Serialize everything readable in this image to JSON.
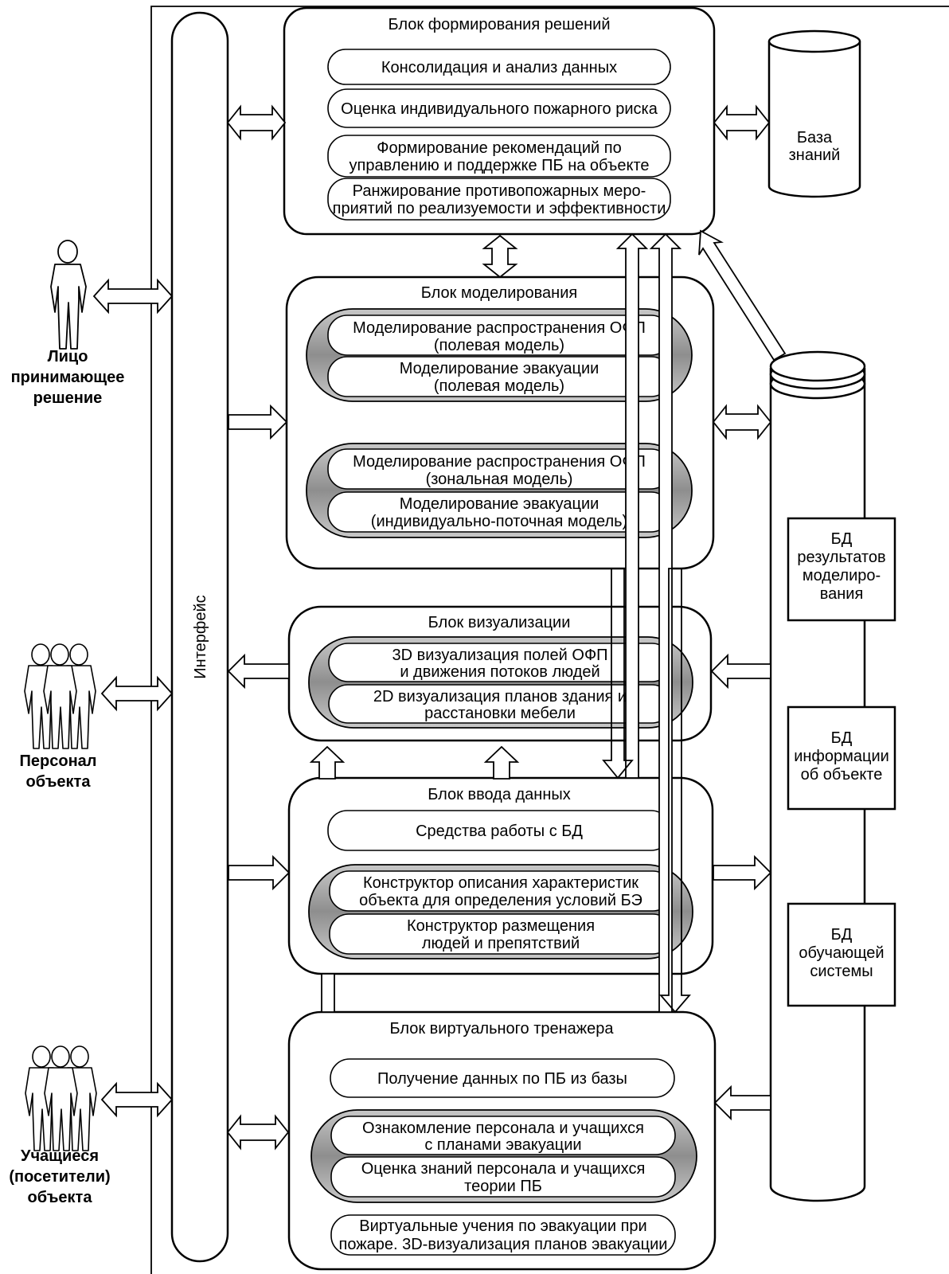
{
  "interface": "Интерфейс",
  "actors": {
    "decision_maker": [
      "Лицо",
      "принимающее",
      "решение"
    ],
    "staff": [
      "Персонал",
      "объекта"
    ],
    "students": [
      "Учащиеся",
      "(посетители)",
      "объекта"
    ]
  },
  "knowledge_base": [
    "База",
    "знаний"
  ],
  "databases": [
    [
      "БД",
      "результатов",
      "моделиро-",
      "вания"
    ],
    [
      "БД",
      "информации",
      "об объекте"
    ],
    [
      "БД",
      "обучающей",
      "системы"
    ]
  ],
  "blocks": {
    "decision": {
      "title": "Блок формирования решений",
      "items": [
        [
          "Консолидация и анализ данных"
        ],
        [
          "Оценка индивидуального пожарного риска"
        ],
        [
          "Формирование рекомендаций по",
          "управлению и поддержке ПБ на объекте"
        ],
        [
          "Ранжирование противопожарных меро-",
          "приятий по реализуемости и эффективности"
        ]
      ]
    },
    "modeling": {
      "title": "Блок моделирования",
      "items": [
        [
          "Моделирование распространения ОФП",
          "(полевая модель)"
        ],
        [
          "Моделирование эвакуации",
          "(полевая модель)"
        ],
        [
          "Моделирование распространения ОФП",
          "(зональная модель)"
        ],
        [
          "Моделирование эвакуации",
          "(индивидуально-поточная модель)"
        ]
      ]
    },
    "visualization": {
      "title": "Блок визуализации",
      "items": [
        [
          "3D визуализация полей ОФП",
          "и движения потоков людей"
        ],
        [
          "2D визуализация планов здания и",
          "расстановки мебели"
        ]
      ]
    },
    "input": {
      "title": "Блок ввода данных",
      "items": [
        [
          "Средства работы с БД"
        ],
        [
          "Конструктор описания характеристик",
          "объекта для определения условий БЭ"
        ],
        [
          "Конструктор размещения",
          "людей и препятствий"
        ]
      ]
    },
    "trainer": {
      "title": "Блок виртуального тренажера",
      "items": [
        [
          "Получение данных по ПБ из базы"
        ],
        [
          "Ознакомление персонала и учащихся",
          "с планами эвакуации"
        ],
        [
          "Оценка знаний персонала и учащихся",
          "теории ПБ"
        ],
        [
          "Виртуальные учения по эвакуации при",
          "пожаре. 3D-визуализация планов эвакуации"
        ]
      ]
    }
  }
}
